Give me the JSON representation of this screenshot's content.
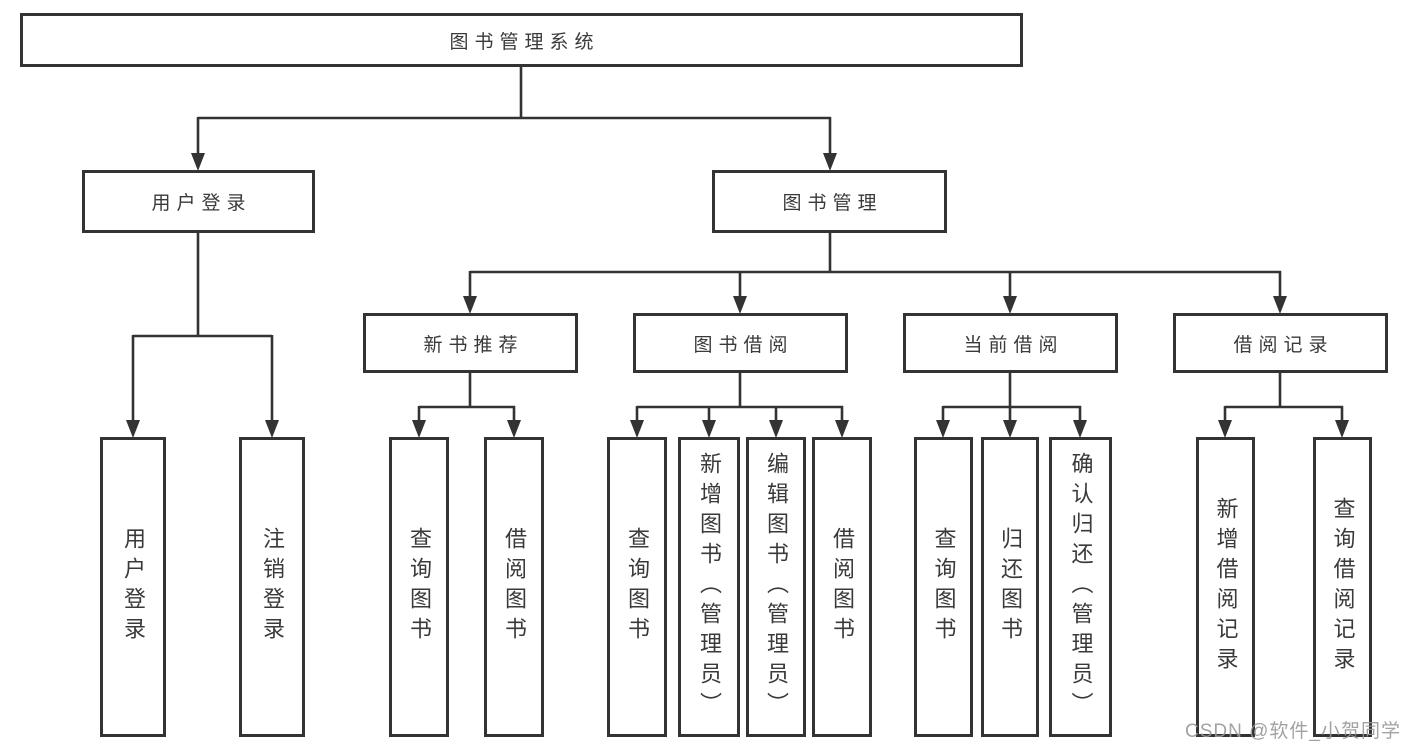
{
  "tree": {
    "root": {
      "label": "图书管理系统"
    },
    "branches": [
      {
        "label": "用户登录",
        "children": [
          {
            "label": "用户登录"
          },
          {
            "label": "注销登录"
          }
        ]
      },
      {
        "label": "图书管理",
        "groups": [
          {
            "label": "新书推荐",
            "children": [
              {
                "label": "查询图书"
              },
              {
                "label": "借阅图书"
              }
            ]
          },
          {
            "label": "图书借阅",
            "children": [
              {
                "label": "查询图书"
              },
              {
                "label": "新增图书（管理员）"
              },
              {
                "label": "编辑图书（管理员）"
              },
              {
                "label": "借阅图书"
              }
            ]
          },
          {
            "label": "当前借阅",
            "children": [
              {
                "label": "查询图书"
              },
              {
                "label": "归还图书"
              },
              {
                "label": "确认归还（管理员）"
              }
            ]
          },
          {
            "label": "借阅记录",
            "children": [
              {
                "label": "新增借阅记录"
              },
              {
                "label": "查询借阅记录"
              }
            ]
          }
        ]
      }
    ]
  },
  "watermark": {
    "text": "CSDN @软件_小贺同学"
  },
  "colors": {
    "line": "#333333",
    "text": "#3a3a3a",
    "box_background": "#ffffff",
    "background": "#ffffff",
    "watermark": "#989898"
  }
}
